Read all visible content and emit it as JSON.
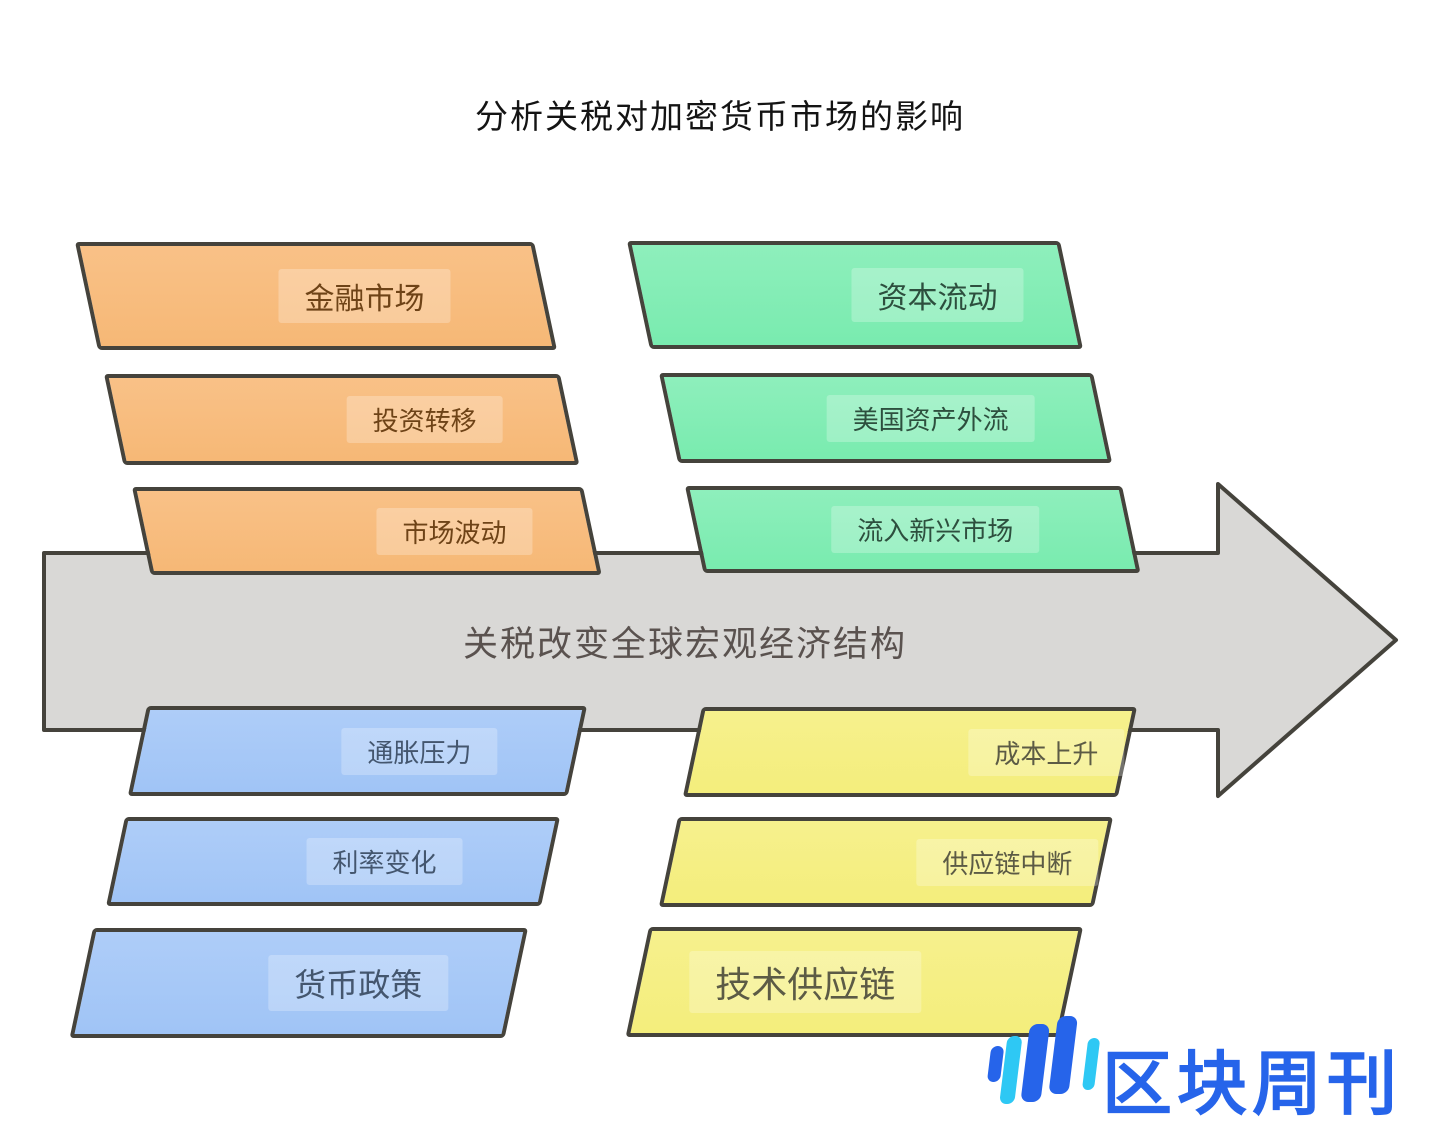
{
  "title": "分析关税对加密货币市场的影响",
  "arrow": {
    "label": "关税改变全球宏观经济结构"
  },
  "nodes": {
    "financial_markets": "金融市场",
    "investment_shift": "投资转移",
    "market_volatility": "市场波动",
    "capital_flows": "资本流动",
    "us_asset_outflow": "美国资产外流",
    "emerging_inflow": "流入新兴市场",
    "inflation_pressure": "通胀压力",
    "interest_rate_change": "利率变化",
    "monetary_policy": "货币政策",
    "cost_increase": "成本上升",
    "supply_chain_disruption": "供应链中断",
    "tech_supply_chain": "技术供应链"
  },
  "colors": {
    "orange": "#f8bc7e",
    "green": "#81edb5",
    "blue": "#a6c8f7",
    "yellow": "#f5ef85",
    "arrow_fill": "#d9d8d6",
    "outline": "#45433c",
    "logo_blue": "#2664ea",
    "logo_cyan": "#2ec8f4"
  },
  "logo": {
    "text": "区块周刊"
  }
}
